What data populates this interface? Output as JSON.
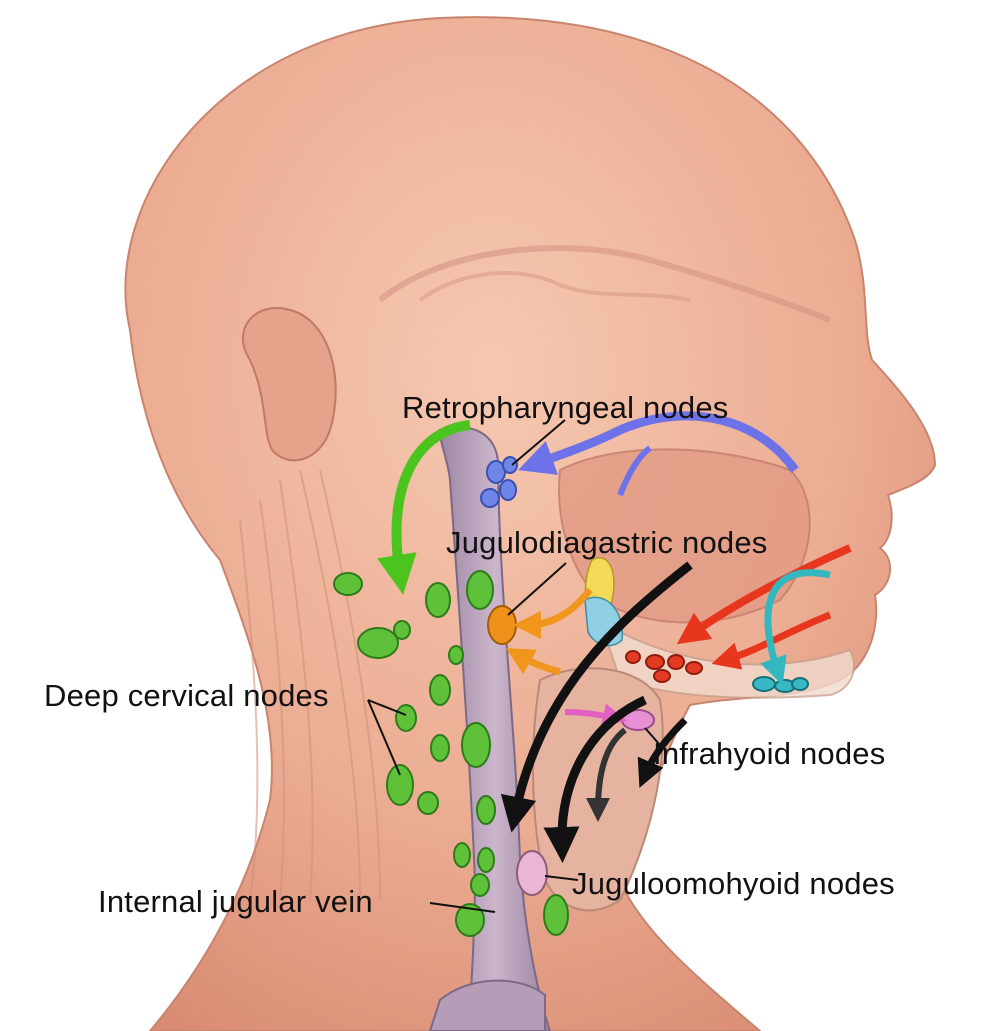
{
  "labels": {
    "retropharyngeal": "Retropharyngeal nodes",
    "jugulodiagastric": "Jugulodiagastric nodes",
    "deep_cervical": "Deep cervical nodes",
    "infrahyoid": "Infrahyoid nodes",
    "juguloomohyoid": "Juguloomohyoid nodes",
    "internal_jugular_vein": "Internal jugular vein"
  },
  "colors": {
    "skin": "#efb39a",
    "skin_shade": "#d98f7a",
    "vein": "#b9a3bb",
    "deep_cervical_nodes": "#5fc13a",
    "retropharyngeal_nodes": "#6f86e8",
    "jugulodiagastric_nodes": "#f0911c",
    "submental_nodes": "#38b8c2",
    "submandibular_nodes": "#e33a22",
    "infrahyoid_nodes": "#e68fd4",
    "juguloomohyoid_nodes": "#e9b7d4",
    "green_arrow": "#4cc41e",
    "blue_arrow": "#6d72e8",
    "orange_arrow": "#f0961c",
    "red_arrow": "#e8361e",
    "cyan_arrow": "#34b8c0",
    "magenta_arrow": "#e35fc2",
    "black_arrow": "#111111"
  }
}
